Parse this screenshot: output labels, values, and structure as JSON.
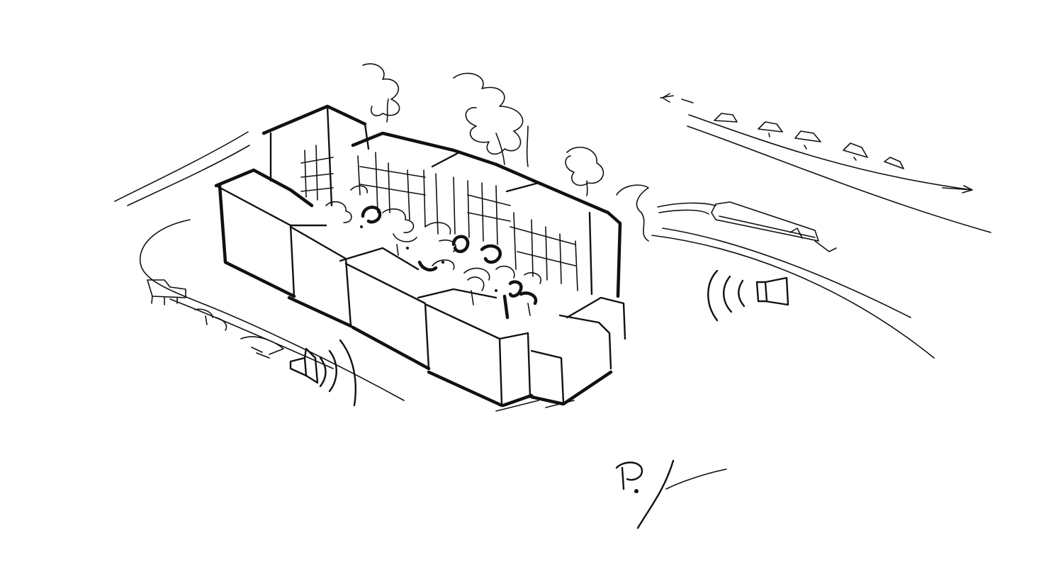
{
  "ink_color": "#111111",
  "background_color": "#ffffff",
  "elements": {
    "building": "perimeter-block-building",
    "trees": "tree-scribbles",
    "courtyard_trees": "courtyard-tree-scribbles",
    "road_right": "road-with-cars",
    "train": "tram-train",
    "road_left": "road-left-with-vehicles",
    "noise_right": "noise-speaker-icon",
    "noise_left": "noise-speaker-icon",
    "signature": "artist-signature"
  }
}
